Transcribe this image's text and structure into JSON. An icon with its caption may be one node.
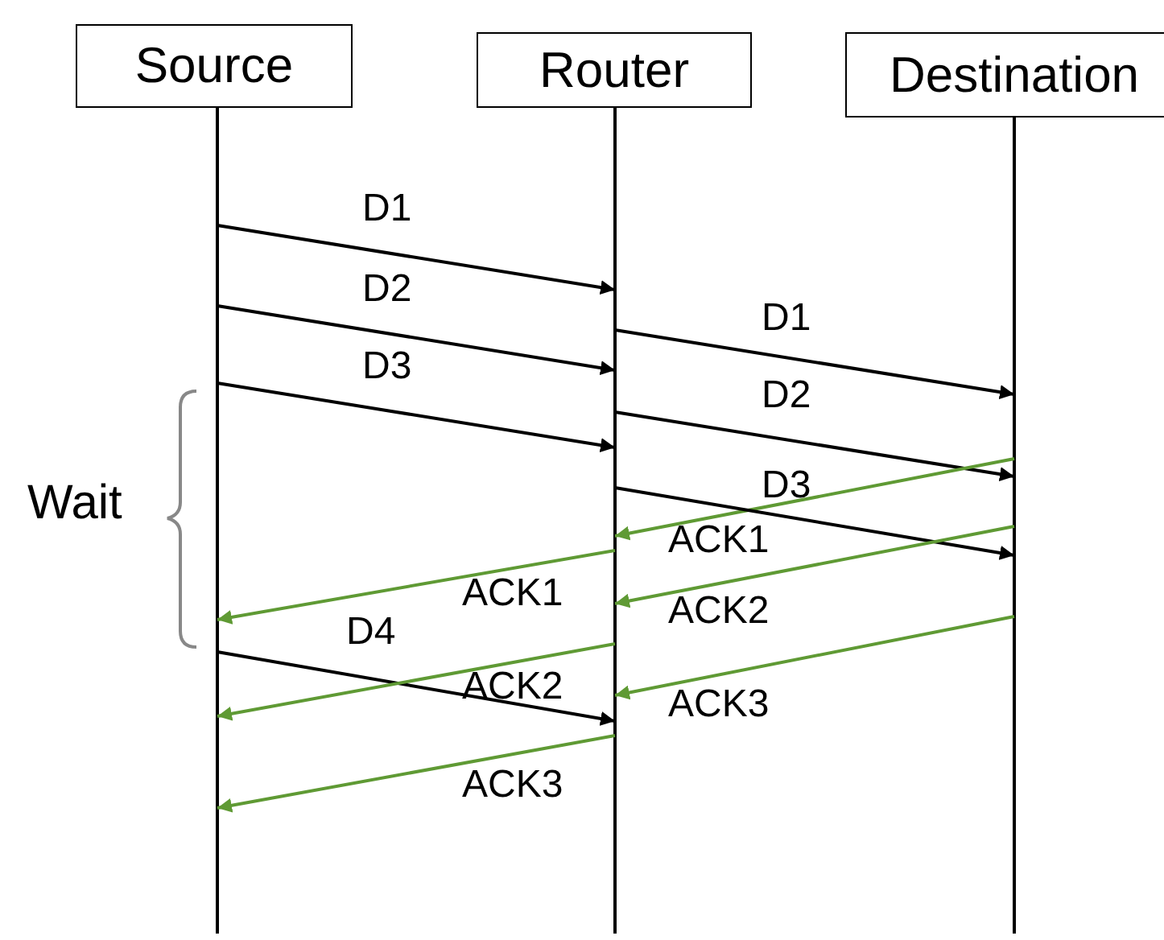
{
  "diagram": {
    "nodes": [
      {
        "text": [
          "Source"
        ]
      },
      {
        "text": [
          "Router"
        ]
      },
      {
        "text": [
          "Destination"
        ]
      }
    ],
    "edges": [
      {
        "from": 0,
        "to": 1,
        "arrow": "to",
        "label": "D1"
      },
      {
        "from": 0,
        "to": 1,
        "arrow": "to",
        "label": "D2"
      },
      {
        "from": 1,
        "to": 2,
        "arrow": "to",
        "label": "D1"
      },
      {
        "from": 0,
        "to": 1,
        "arrow": "to",
        "label": "D3"
      },
      {
        "from": 1,
        "to": 2,
        "arrow": "to",
        "label": "D2"
      },
      {
        "from": 2,
        "to": 1,
        "arrow": "to",
        "label": "ACK1",
        "color": "#5f9a34"
      },
      {
        "from": 1,
        "to": 2,
        "arrow": "to",
        "label": "D3"
      },
      {
        "from": 2,
        "to": 1,
        "arrow": "to",
        "label": "ACK2",
        "color": "#5f9a34"
      },
      {
        "from": 1,
        "to": 0,
        "arrow": "to",
        "label": "ACK1",
        "color": "#5f9a34"
      },
      {
        "from": 2,
        "to": 1,
        "arrow": "to",
        "label": "ACK3",
        "color": "#5f9a34"
      },
      {
        "from": 0,
        "to": 1,
        "arrow": "to",
        "label": "D4"
      },
      {
        "from": 1,
        "to": 0,
        "arrow": "to",
        "label": "ACK2",
        "color": "#5f9a34"
      },
      {
        "from": 1,
        "to": 0,
        "arrow": "to",
        "label": "ACK3",
        "color": "#5f9a34"
      }
    ],
    "labels": [
      "Wait"
    ]
  }
}
